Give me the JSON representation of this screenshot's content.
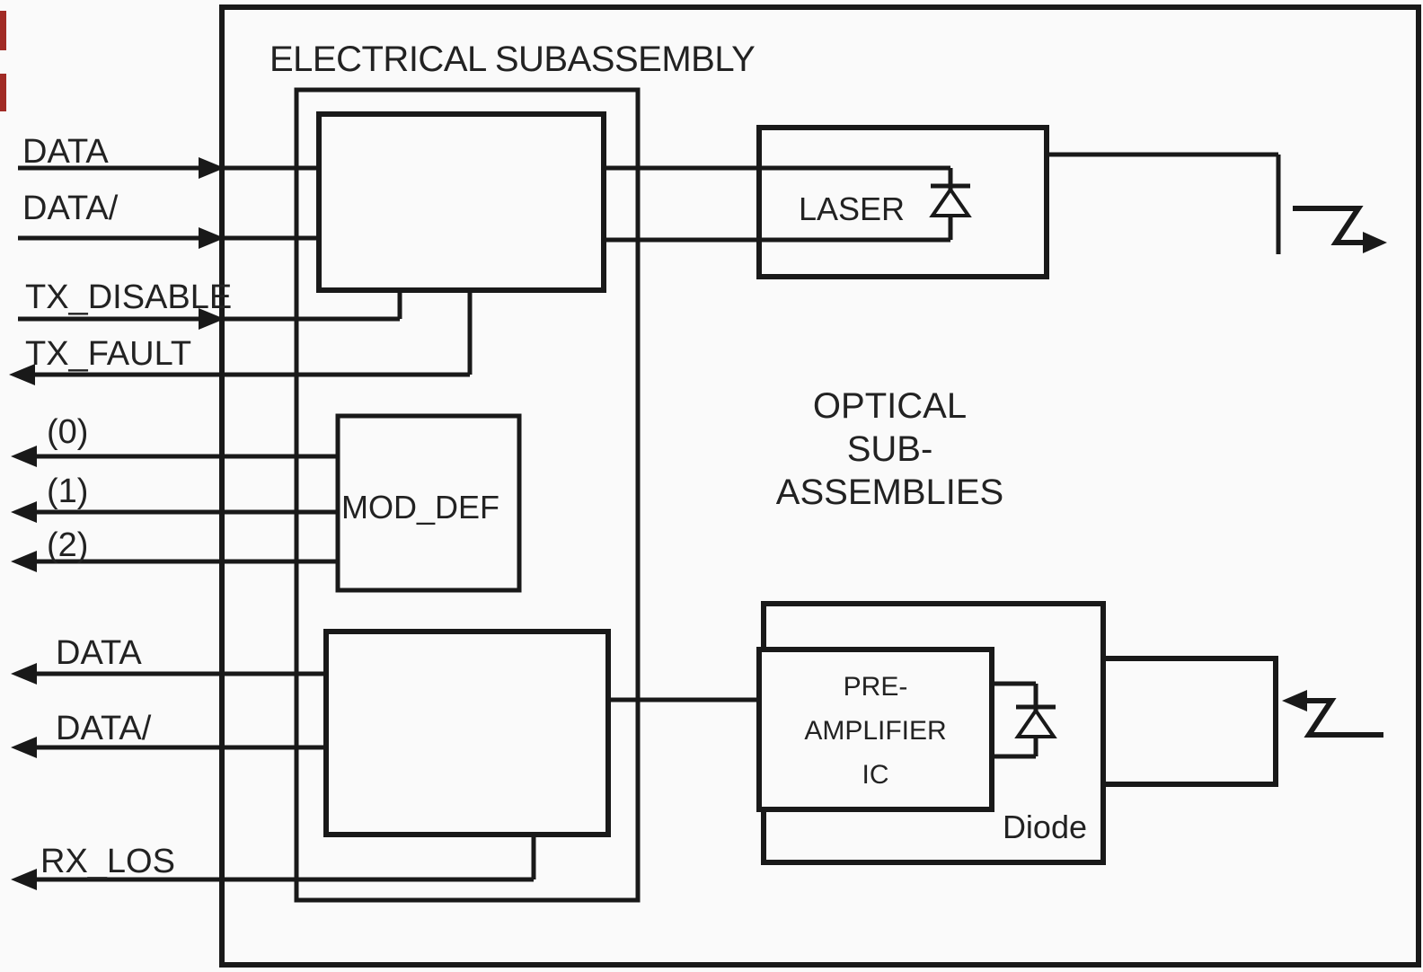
{
  "labels": {
    "electrical_subassembly": "ELECTRICAL SUBASSEMBLY",
    "data_in": "DATA",
    "data_bar_in": "DATA/",
    "tx_disable": "TX_DISABLE",
    "tx_fault": "TX_FAULT",
    "mod_pin0": "(0)",
    "mod_pin1": "(1)",
    "mod_pin2": "(2)",
    "mod_def": "MOD_DEF",
    "data_out": "DATA",
    "data_bar_out": "DATA/",
    "rx_los": "RX_LOS",
    "laser": "LASER",
    "optical_line1": "OPTICAL",
    "optical_line2": "SUB-",
    "optical_line3": "ASSEMBLIES",
    "preamp_line1": "PRE-",
    "preamp_line2": "AMPLIFIER",
    "preamp_line3": "IC",
    "diode": "Diode"
  },
  "colors": {
    "ink": "#191919",
    "background": "#fafafa",
    "artifact_red": "#a12b25"
  }
}
